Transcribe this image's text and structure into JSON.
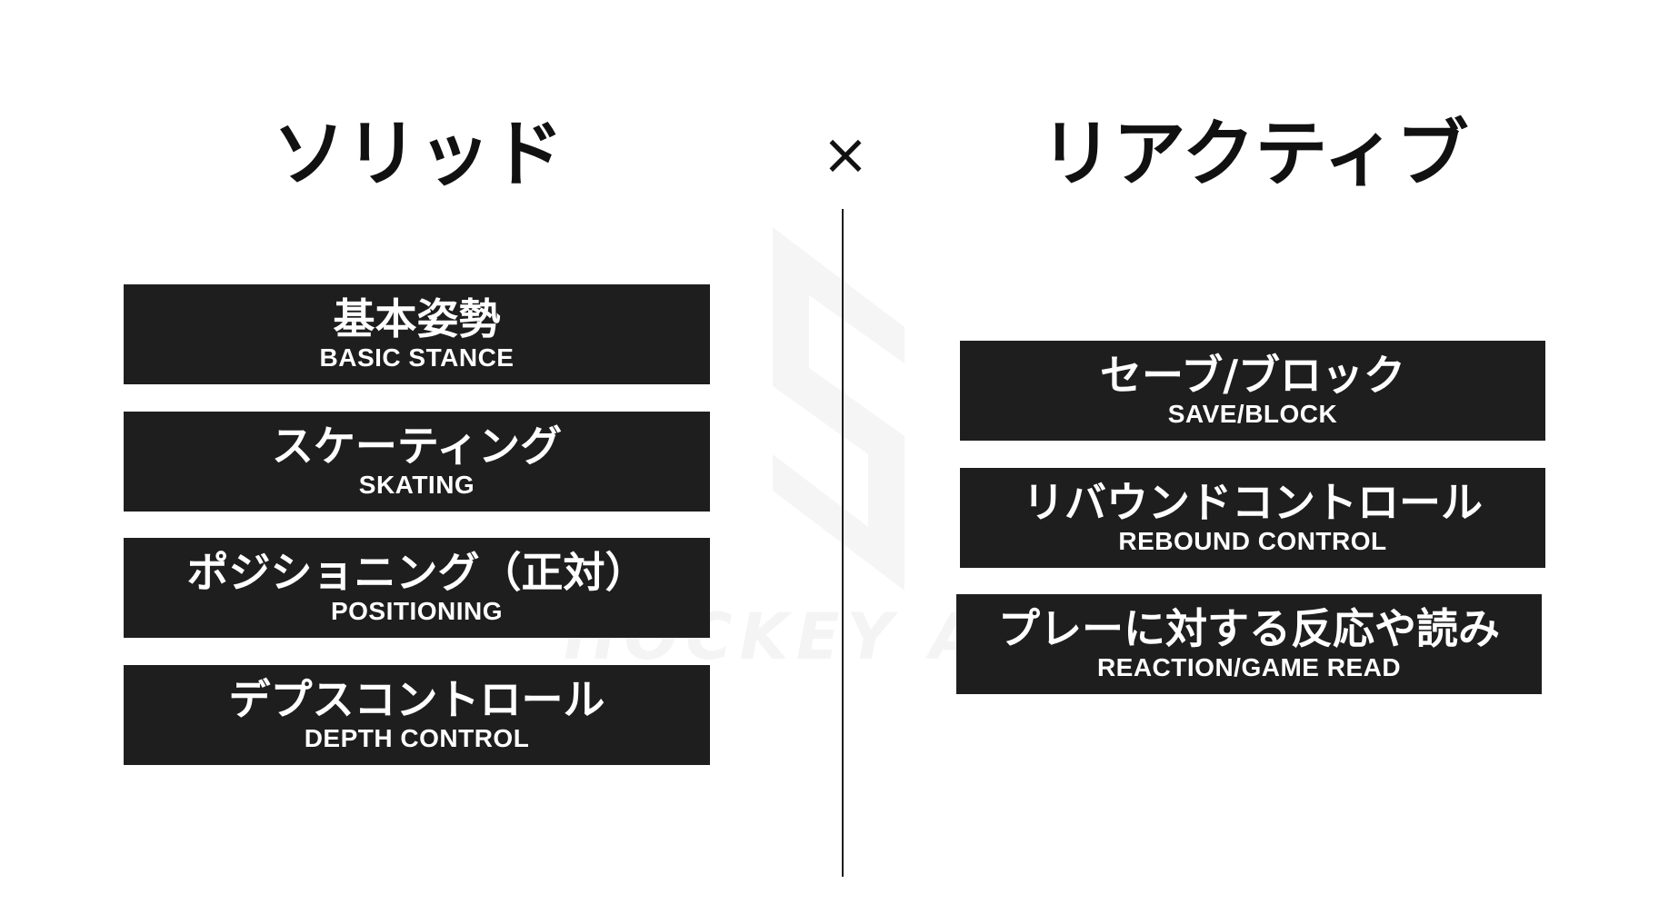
{
  "heading_left": "ソリッド",
  "cross_symbol": "×",
  "heading_right": "リアクティブ",
  "watermark_text": "HOCKEY ACADEMY",
  "left_items": [
    {
      "jp": "基本姿勢",
      "en": "BASIC STANCE"
    },
    {
      "jp": "スケーティング",
      "en": "SKATING"
    },
    {
      "jp": "ポジショニング（正対）",
      "en": "POSITIONING"
    },
    {
      "jp": "デプスコントロール",
      "en": "DEPTH CONTROL"
    }
  ],
  "right_items": [
    {
      "jp": "セーブ/ブロック",
      "en": "SAVE/BLOCK"
    },
    {
      "jp": "リバウンドコントロール",
      "en": "REBOUND CONTROL"
    },
    {
      "jp": "プレーに対する反応や読み",
      "en": "REACTION/GAME READ"
    }
  ],
  "colors": {
    "card_bg": "#1e1e1e",
    "card_text": "#ffffff",
    "heading_text": "#111111",
    "divider": "#1c1c1c",
    "watermark": "#f4f4f4"
  }
}
